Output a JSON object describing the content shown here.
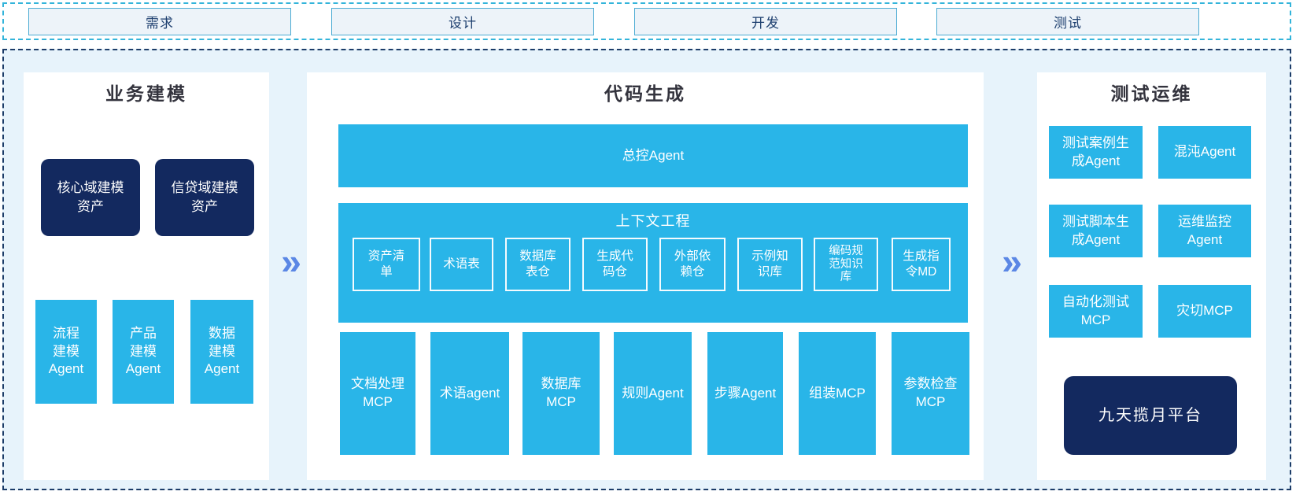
{
  "phases": [
    "需求",
    "设计",
    "开发",
    "测试"
  ],
  "arrows": {
    "glyph": "»"
  },
  "colors": {
    "cyan": "#29B5E8",
    "navy": "#13295F",
    "arrow_blue": "#5B87E5",
    "container_bg": "#E7F3FB",
    "phase_box_bg": "#EDF3F9",
    "phase_box_border": "#4BABD3",
    "strip_border": "#33B4DA",
    "main_border": "#1C3C68",
    "title_text": "#33333D",
    "phase_text": "#1C3E6E"
  },
  "columns": {
    "business_modeling": {
      "title": "业务建模",
      "asset_boxes": [
        "核心域建模\n资产",
        "信贷域建模\n资产"
      ],
      "agent_boxes": [
        "流程\n建模\nAgent",
        "产品\n建模\nAgent",
        "数据\n建模\nAgent"
      ]
    },
    "code_generation": {
      "title": "代码生成",
      "master_agent": "总控Agent",
      "context_engineering": {
        "title": "上下文工程",
        "items": [
          "资产清\n单",
          "术语表",
          "数据库\n表仓",
          "生成代\n码仓",
          "外部依\n赖仓",
          "示例知\n识库",
          "编码规\n范知识\n库",
          "生成指\n令MD"
        ]
      },
      "mcp_row": [
        "文档处理\nMCP",
        "术语agent",
        "数据库\nMCP",
        "规则Agent",
        "步骤Agent",
        "组装MCP",
        "参数检查\nMCP"
      ]
    },
    "test_ops": {
      "title": "测试运维",
      "boxes": [
        "测试案例生\n成Agent",
        "混沌Agent",
        "测试脚本生\n成Agent",
        "运维监控\nAgent",
        "自动化测试\nMCP",
        "灾切MCP"
      ],
      "platform": "九天揽月平台"
    }
  }
}
